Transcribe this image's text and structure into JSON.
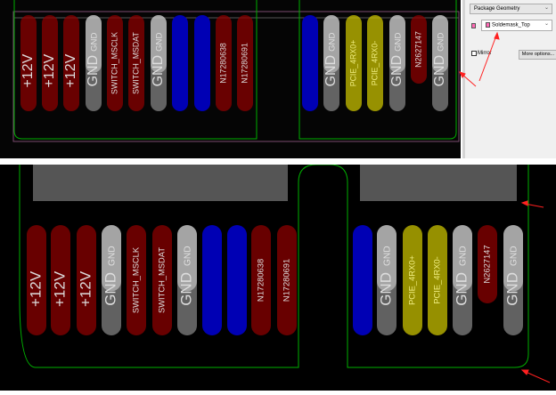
{
  "colors": {
    "power": "#8b0000",
    "gnd": "#b0b0b0",
    "unused": "#0000b4",
    "pcie": "#c8c000",
    "signal": "#8b0000",
    "outline": "#00b000",
    "annotation": "#ff0000"
  },
  "top_view": {
    "pads": [
      {
        "label": "+12V",
        "type": "power"
      },
      {
        "label": "+12V",
        "type": "power"
      },
      {
        "label": "+12V",
        "type": "power"
      },
      {
        "label": "GND",
        "type": "gnd",
        "sub": "GND"
      },
      {
        "label": "SWITCH_MSCLK",
        "type": "signal"
      },
      {
        "label": "SWITCH_MSDAT",
        "type": "signal"
      },
      {
        "label": "GND",
        "type": "gnd",
        "sub": "GND"
      },
      {
        "label": "",
        "type": "unused"
      },
      {
        "label": "",
        "type": "unused"
      },
      {
        "label": "N17280638",
        "type": "signal"
      },
      {
        "label": "N17280691",
        "type": "signal"
      },
      {
        "label": "",
        "type": "unused"
      },
      {
        "label": "GND",
        "type": "gnd",
        "sub": "GND"
      },
      {
        "label": "PCIE_4RX0+",
        "type": "pcie"
      },
      {
        "label": "PCIE_4RX0-",
        "type": "pcie"
      },
      {
        "label": "GND",
        "type": "gnd",
        "sub": "GND"
      },
      {
        "label": "N2627147",
        "type": "signal"
      },
      {
        "label": "GND",
        "type": "gnd",
        "sub": "GND"
      }
    ]
  },
  "panel": {
    "geometry_select": "Package Geometry",
    "layer_select": "Soldemask_Top",
    "mirror_label": "Mirror",
    "more_options_label": "More options..."
  }
}
